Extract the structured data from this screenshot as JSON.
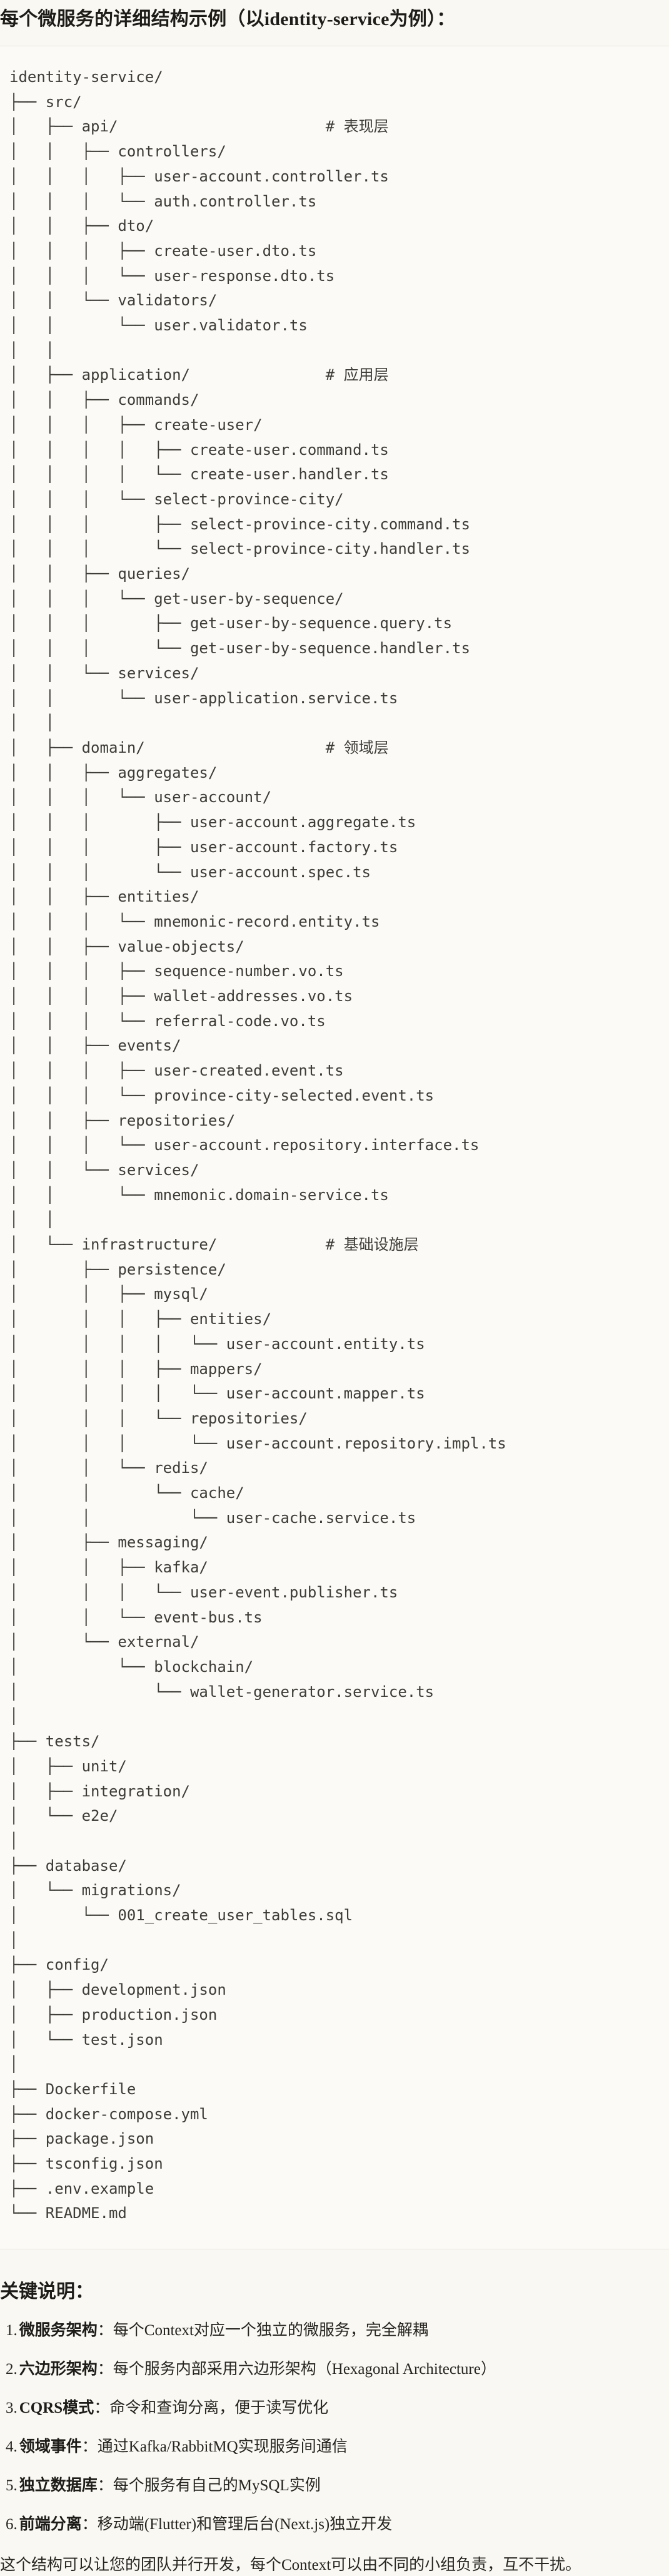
{
  "title": "每个微服务的详细结构示例（以identity-service为例）：",
  "tree": {
    "language": "plaintext",
    "lines": [
      "identity-service/",
      "├── src/",
      "│   ├── api/                       # 表现层",
      "│   │   ├── controllers/",
      "│   │   │   ├── user-account.controller.ts",
      "│   │   │   └── auth.controller.ts",
      "│   │   ├── dto/",
      "│   │   │   ├── create-user.dto.ts",
      "│   │   │   └── user-response.dto.ts",
      "│   │   └── validators/",
      "│   │       └── user.validator.ts",
      "│   │",
      "│   ├── application/               # 应用层",
      "│   │   ├── commands/",
      "│   │   │   ├── create-user/",
      "│   │   │   │   ├── create-user.command.ts",
      "│   │   │   │   └── create-user.handler.ts",
      "│   │   │   └── select-province-city/",
      "│   │   │       ├── select-province-city.command.ts",
      "│   │   │       └── select-province-city.handler.ts",
      "│   │   ├── queries/",
      "│   │   │   └── get-user-by-sequence/",
      "│   │   │       ├── get-user-by-sequence.query.ts",
      "│   │   │       └── get-user-by-sequence.handler.ts",
      "│   │   └── services/",
      "│   │       └── user-application.service.ts",
      "│   │",
      "│   ├── domain/                    # 领域层",
      "│   │   ├── aggregates/",
      "│   │   │   └── user-account/",
      "│   │   │       ├── user-account.aggregate.ts",
      "│   │   │       ├── user-account.factory.ts",
      "│   │   │       └── user-account.spec.ts",
      "│   │   ├── entities/",
      "│   │   │   └── mnemonic-record.entity.ts",
      "│   │   ├── value-objects/",
      "│   │   │   ├── sequence-number.vo.ts",
      "│   │   │   ├── wallet-addresses.vo.ts",
      "│   │   │   └── referral-code.vo.ts",
      "│   │   ├── events/",
      "│   │   │   ├── user-created.event.ts",
      "│   │   │   └── province-city-selected.event.ts",
      "│   │   ├── repositories/",
      "│   │   │   └── user-account.repository.interface.ts",
      "│   │   └── services/",
      "│   │       └── mnemonic.domain-service.ts",
      "│   │",
      "│   └── infrastructure/            # 基础设施层",
      "│       ├── persistence/",
      "│       │   ├── mysql/",
      "│       │   │   ├── entities/",
      "│       │   │   │   └── user-account.entity.ts",
      "│       │   │   ├── mappers/",
      "│       │   │   │   └── user-account.mapper.ts",
      "│       │   │   └── repositories/",
      "│       │   │       └── user-account.repository.impl.ts",
      "│       │   └── redis/",
      "│       │       └── cache/",
      "│       │           └── user-cache.service.ts",
      "│       ├── messaging/",
      "│       │   ├── kafka/",
      "│       │   │   └── user-event.publisher.ts",
      "│       │   └── event-bus.ts",
      "│       └── external/",
      "│           └── blockchain/",
      "│               └── wallet-generator.service.ts",
      "│",
      "├── tests/",
      "│   ├── unit/",
      "│   ├── integration/",
      "│   └── e2e/",
      "│",
      "├── database/",
      "│   └── migrations/",
      "│       └── 001_create_user_tables.sql",
      "│",
      "├── config/",
      "│   ├── development.json",
      "│   ├── production.json",
      "│   └── test.json",
      "│",
      "├── Dockerfile",
      "├── docker-compose.yml",
      "├── package.json",
      "├── tsconfig.json",
      "├── .env.example",
      "└── README.md"
    ]
  },
  "notes": {
    "heading": "关键说明：",
    "items": [
      {
        "num": "1.",
        "term": "微服务架构",
        "text": "：每个Context对应一个独立的微服务，完全解耦"
      },
      {
        "num": "2.",
        "term": "六边形架构",
        "text": "：每个服务内部采用六边形架构（Hexagonal Architecture）"
      },
      {
        "num": "3.",
        "term": "CQRS模式",
        "text": "：命令和查询分离，便于读写优化"
      },
      {
        "num": "4.",
        "term": "领域事件",
        "text": "：通过Kafka/RabbitMQ实现服务间通信"
      },
      {
        "num": "5.",
        "term": "独立数据库",
        "text": "：每个服务有自己的MySQL实例"
      },
      {
        "num": "6.",
        "term": "前端分离",
        "text": "：移动端(Flutter)和管理后台(Next.js)独立开发"
      }
    ]
  },
  "closing": "这个结构可以让您的团队并行开发，每个Context可以由不同的小组负责，互不干扰。"
}
